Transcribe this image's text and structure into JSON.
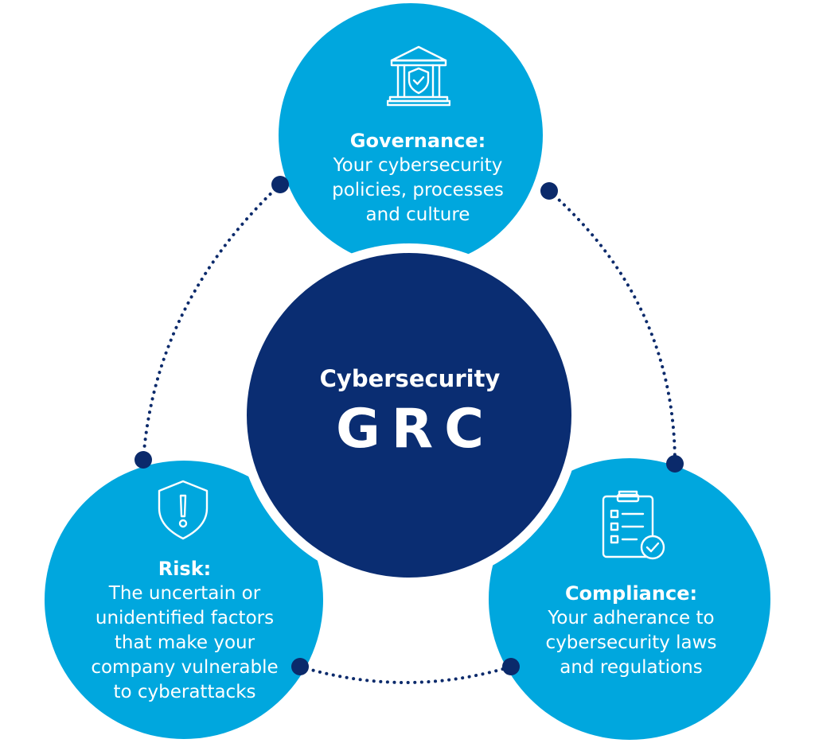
{
  "colors": {
    "node_blue": "#00a7de",
    "center_navy": "#0a2d72",
    "connector": "#0b2a6b",
    "text": "#ffffff"
  },
  "center": {
    "subtitle": "Cybersecurity",
    "title": "GRC"
  },
  "nodes": {
    "governance": {
      "title": "Governance:",
      "body": [
        "Your cybersecurity",
        "policies, processes",
        "and culture"
      ],
      "icon": "building-shield-icon"
    },
    "risk": {
      "title": "Risk:",
      "body": [
        "The uncertain or",
        "unidentified factors",
        "that make your",
        "company vulnerable",
        "to cyberattacks"
      ],
      "icon": "shield-exclamation-icon"
    },
    "compliance": {
      "title": "Compliance:",
      "body": [
        "Your adherance to",
        "cybersecurity laws",
        "and regulations"
      ],
      "icon": "clipboard-check-icon"
    }
  }
}
